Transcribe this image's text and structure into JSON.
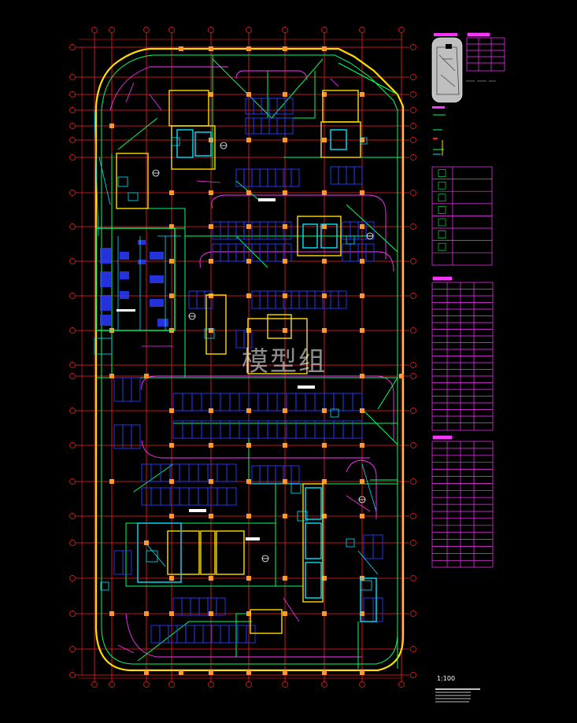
{
  "drawing": {
    "title": "",
    "scale": "1:100"
  },
  "watermark": "模型组",
  "colors": {
    "background": "#000000",
    "grid": "#ff2020",
    "wall": "#00ff66",
    "yellow": "#ffdd00",
    "cyan": "#00e5ff",
    "blue": "#2a3cff",
    "magenta": "#ff33ff",
    "white": "#ffffff",
    "orange": "#ff9a2a"
  },
  "legend_icons": [
    "key-plan-thumbnail",
    "legend-symbol-table",
    "room-schedule-table",
    "parking-schedule-table"
  ]
}
